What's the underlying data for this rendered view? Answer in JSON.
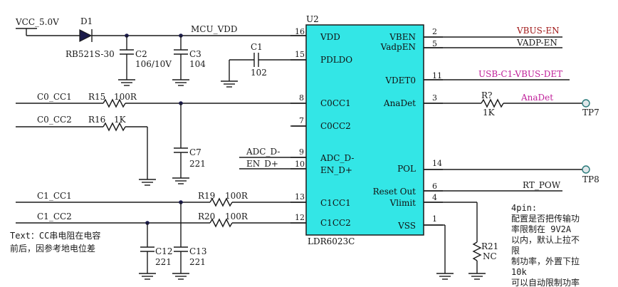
{
  "ic": {
    "ref": "U2",
    "part": "LDR6023C",
    "fill": "#33e6e6",
    "left_pins": [
      {
        "num": "16",
        "name": "VDD"
      },
      {
        "num": "15",
        "name": "PDLDO"
      },
      {
        "num": "8",
        "name": "C0CC1"
      },
      {
        "num": "7",
        "name": "C0CC2"
      },
      {
        "num": "9",
        "name": "ADC_D-"
      },
      {
        "num": "10",
        "name": "EN_D+"
      },
      {
        "num": "13",
        "name": "C1CC1"
      },
      {
        "num": "12",
        "name": "C1CC2"
      }
    ],
    "right_pins": [
      {
        "num": "2",
        "name": "VBEN"
      },
      {
        "num": "5",
        "name": "VadpEN"
      },
      {
        "num": "11",
        "name": "VDET0"
      },
      {
        "num": "3",
        "name": "AnaDet"
      },
      {
        "num": "14",
        "name": "POL"
      },
      {
        "num": "6",
        "name": "Reset Out"
      },
      {
        "num": "4",
        "name": "Vlimit"
      },
      {
        "num": "1",
        "name": "VSS"
      }
    ]
  },
  "nets": {
    "vcc": "VCC_5.0V",
    "mcu_vdd": "MCU_VDD",
    "c0_cc1": "C0_CC1",
    "c0_cc2": "C0_CC2",
    "adc": "ADC_D-",
    "en": "EN_D+",
    "c1_cc1": "C1_CC1",
    "c1_cc2": "C1_CC2",
    "vbus_en": "VBUS-EN",
    "vadp_en": "VADP-EN",
    "usb_det": "USB-C1-VBUS-DET",
    "anadet": "AnaDet",
    "rt_pow": "RT_POW"
  },
  "parts": {
    "d1_ref": "D1",
    "d1_val": "RB521S-30",
    "c2_ref": "C2",
    "c2_val": "106/10V",
    "c3_ref": "C3",
    "c3_val": "104",
    "c1_ref": "C1",
    "c1_val": "102",
    "r15_ref": "R15",
    "r15_val": "100R",
    "r16_ref": "R16",
    "r16_val": "1K",
    "c7_ref": "C7",
    "c7_val": "221",
    "r19_ref": "R19",
    "r19_val": "100R",
    "r20_ref": "R20",
    "r20_val": "100R",
    "c12_ref": "C12",
    "c12_val": "221",
    "c13_ref": "C13",
    "c13_val": "221",
    "rq_ref": "R?",
    "rq_val": "1K",
    "r21_ref": "R21",
    "r21_val": "NC",
    "tp7": "TP7",
    "tp8": "TP8"
  },
  "notes": {
    "left": [
      "Text：CC串电阻在电容",
      "前后，因参考地电位差"
    ],
    "right": [
      "4pin:",
      "配置是否把传输功",
      "率限制在 9V2A",
      "以内，默认上拉不",
      "限",
      "制功率，外置下拉",
      "10k",
      "可以自动限制功率"
    ]
  },
  "colors": {
    "wire": "#1a1a1a",
    "net_red": "#a01818",
    "net_pink": "#c0209a",
    "test_point": "#2a7a7a"
  }
}
